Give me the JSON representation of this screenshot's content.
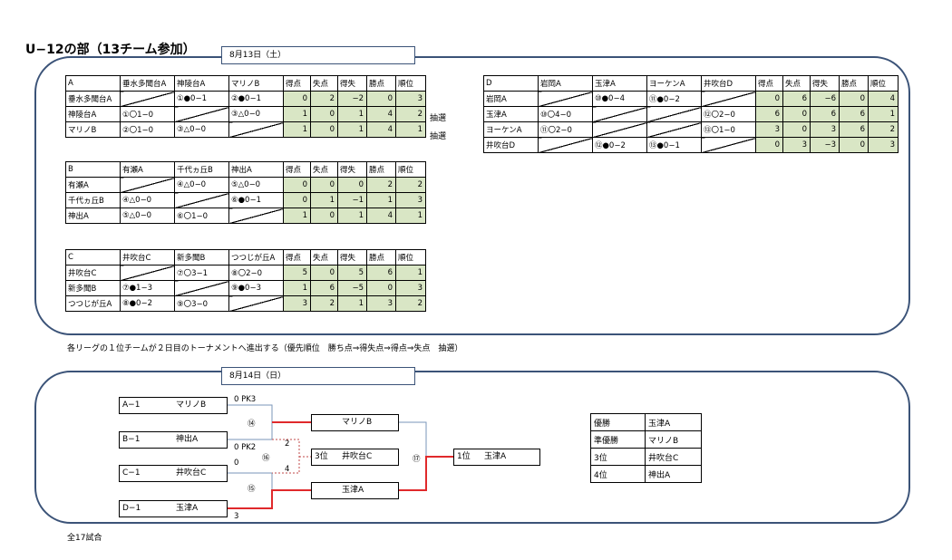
{
  "title": "U−12の部（13チーム参加）",
  "day1": {
    "date": "8月13日（土）",
    "leagues": [
      {
        "headers": [
          "A",
          "垂水多聞台A",
          "神陵台A",
          "マリノB",
          "得点",
          "失点",
          "得失",
          "勝点",
          "順位"
        ],
        "rows": [
          {
            "team": "垂水多聞台A",
            "results": [
              "",
              "①●0−1",
              "②●0−1"
            ],
            "stats": [
              "0",
              "2",
              "−2",
              "0",
              "3"
            ],
            "note": ""
          },
          {
            "team": "神陵台A",
            "results": [
              "①〇1−0",
              "",
              "③△0−0"
            ],
            "stats": [
              "1",
              "0",
              "1",
              "4",
              "2"
            ],
            "note": "抽選"
          },
          {
            "team": "マリノB",
            "results": [
              "②〇1−0",
              "③△0−0",
              ""
            ],
            "stats": [
              "1",
              "0",
              "1",
              "4",
              "1"
            ],
            "note": "抽選"
          }
        ]
      },
      {
        "headers": [
          "B",
          "有瀬A",
          "千代ヵ丘B",
          "神出A",
          "得点",
          "失点",
          "得失",
          "勝点",
          "順位"
        ],
        "rows": [
          {
            "team": "有瀬A",
            "results": [
              "",
              "④△0−0",
              "⑤△0−0"
            ],
            "stats": [
              "0",
              "0",
              "0",
              "2",
              "2"
            ],
            "note": ""
          },
          {
            "team": "千代ヵ丘B",
            "results": [
              "④△0−0",
              "",
              "⑥●0−1"
            ],
            "stats": [
              "0",
              "1",
              "−1",
              "1",
              "3"
            ],
            "note": ""
          },
          {
            "team": "神出A",
            "results": [
              "⑤△0−0",
              "⑥〇1−0",
              ""
            ],
            "stats": [
              "1",
              "0",
              "1",
              "4",
              "1"
            ],
            "note": ""
          }
        ]
      },
      {
        "headers": [
          "C",
          "井吹台C",
          "新多聞B",
          "つつじが丘A",
          "得点",
          "失点",
          "得失",
          "勝点",
          "順位"
        ],
        "rows": [
          {
            "team": "井吹台C",
            "results": [
              "",
              "⑦〇3−1",
              "⑧〇2−0"
            ],
            "stats": [
              "5",
              "0",
              "5",
              "6",
              "1"
            ],
            "note": ""
          },
          {
            "team": "新多聞B",
            "results": [
              "⑦●1−3",
              "",
              "⑨●0−3"
            ],
            "stats": [
              "1",
              "6",
              "−5",
              "0",
              "3"
            ],
            "note": ""
          },
          {
            "team": "つつじが丘A",
            "results": [
              "⑧●0−2",
              "⑨〇3−0",
              ""
            ],
            "stats": [
              "3",
              "2",
              "1",
              "3",
              "2"
            ],
            "note": ""
          }
        ]
      },
      {
        "headers": [
          "D",
          "岩岡A",
          "玉津A",
          "ヨーケンA",
          "井吹台D",
          "得点",
          "失点",
          "得失",
          "勝点",
          "順位"
        ],
        "rows": [
          {
            "team": "岩岡A",
            "results": [
              "",
              "⑩●0−4",
              "⑪●0−2",
              ""
            ],
            "stats": [
              "0",
              "6",
              "−6",
              "0",
              "4"
            ],
            "note": ""
          },
          {
            "team": "玉津A",
            "results": [
              "⑩〇4−0",
              "",
              "",
              "⑫〇2−0"
            ],
            "stats": [
              "6",
              "0",
              "6",
              "6",
              "1"
            ],
            "note": ""
          },
          {
            "team": "ヨーケンA",
            "results": [
              "⑪〇2−0",
              "",
              "",
              "⑬〇1−0"
            ],
            "stats": [
              "3",
              "0",
              "3",
              "6",
              "2"
            ],
            "note": ""
          },
          {
            "team": "井吹台D",
            "results": [
              "",
              "⑫●0−2",
              "⑬●0−1",
              ""
            ],
            "stats": [
              "0",
              "3",
              "−3",
              "0",
              "3"
            ],
            "note": ""
          }
        ]
      }
    ]
  },
  "advance_note": "各リーグの１位チームが２日目のトーナメントへ進出する（優先順位　勝ち点⇒得失点⇒得点⇒失点　抽選）",
  "day2": {
    "date": "8月14日（日）",
    "seeds": [
      {
        "seed": "A−1",
        "team": "マリノB"
      },
      {
        "seed": "B−1",
        "team": "神出A"
      },
      {
        "seed": "C−1",
        "team": "井吹台C"
      },
      {
        "seed": "D−1",
        "team": "玉津A"
      }
    ],
    "scores": {
      "m14_top": "0  PK3",
      "m14_bot": "0 PK2",
      "m15_top": "0",
      "m15_bot": "3",
      "m16_top": "2",
      "m16_bot": "4"
    },
    "match_numbers": {
      "m14": "⑭",
      "m15": "⑮",
      "m16": "⑯",
      "m17": "⑰"
    },
    "semi_winners": [
      "マリノB",
      "玉津A"
    ],
    "third_place": {
      "label": "3位",
      "team": "井吹台C"
    },
    "champion": {
      "label": "1位",
      "team": "玉津A"
    },
    "ranking": [
      {
        "place": "優勝",
        "team": "玉津A"
      },
      {
        "place": "準優勝",
        "team": "マリノB"
      },
      {
        "place": "3位",
        "team": "井吹台C"
      },
      {
        "place": "4位",
        "team": "神出A"
      }
    ]
  },
  "footer": "全17試合",
  "colors": {
    "panel_border": "#3b5378",
    "stat_fill": "#d9e6c5",
    "winner_line": "#e0292b",
    "loser_line": "#7a96b8"
  }
}
